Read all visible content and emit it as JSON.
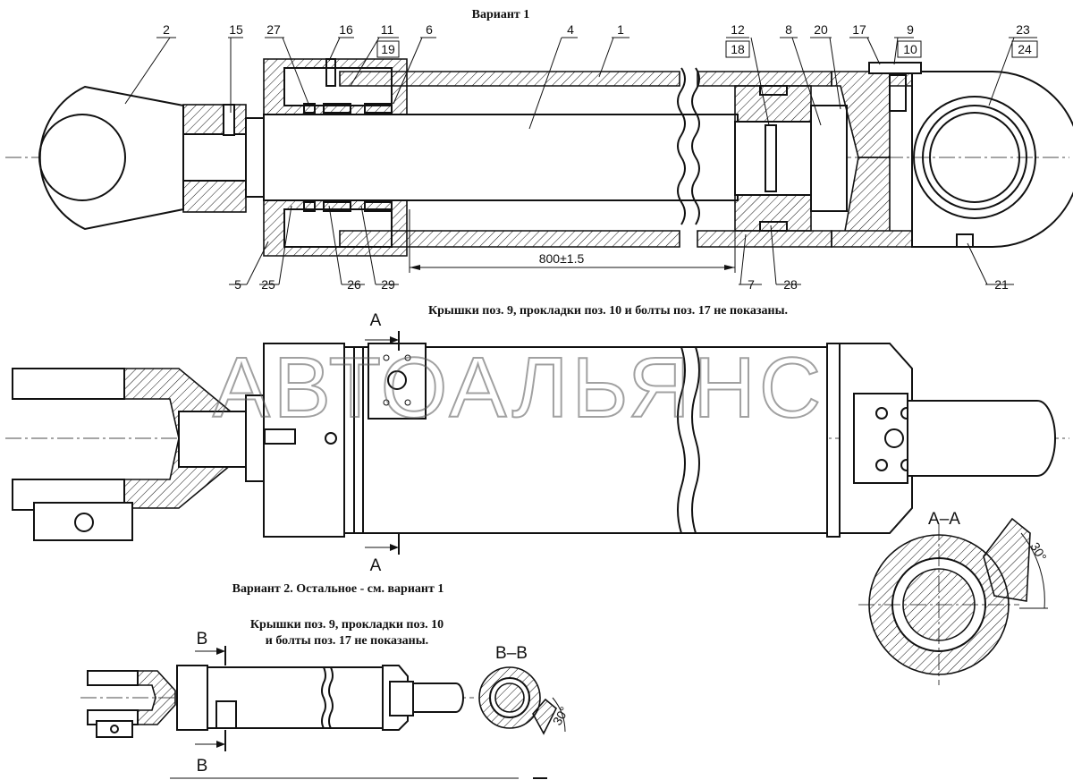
{
  "variant1_title": "Вариант 1",
  "variant2_title": "Вариант 2. Остальное - см. вариант 1",
  "note_variant1": "Крышки поз. 9, прокладки поз. 10 и болты поз. 17 не показаны.",
  "note_variant2_line1": "Крышки поз. 9, прокладки поз. 10",
  "note_variant2_line2": "и болты поз. 17 не показаны.",
  "dimension_stroke": "800±1.5",
  "section_a_label": "A",
  "section_a_title": "A–A",
  "section_b_label": "B",
  "section_b_title": "B–B",
  "angle_30": "30°",
  "watermark": "АВТОАЛЬЯНС",
  "callouts_top": [
    "2",
    "15",
    "27",
    "16",
    "11",
    "19",
    "6",
    "4",
    "1",
    "12",
    "18",
    "8",
    "20",
    "17",
    "9",
    "10",
    "23",
    "24"
  ],
  "callouts_bottom": [
    "5",
    "25",
    "26",
    "29",
    "7",
    "28",
    "21"
  ],
  "colors": {
    "line": "#111111",
    "background": "#ffffff",
    "watermark": "#555555"
  }
}
